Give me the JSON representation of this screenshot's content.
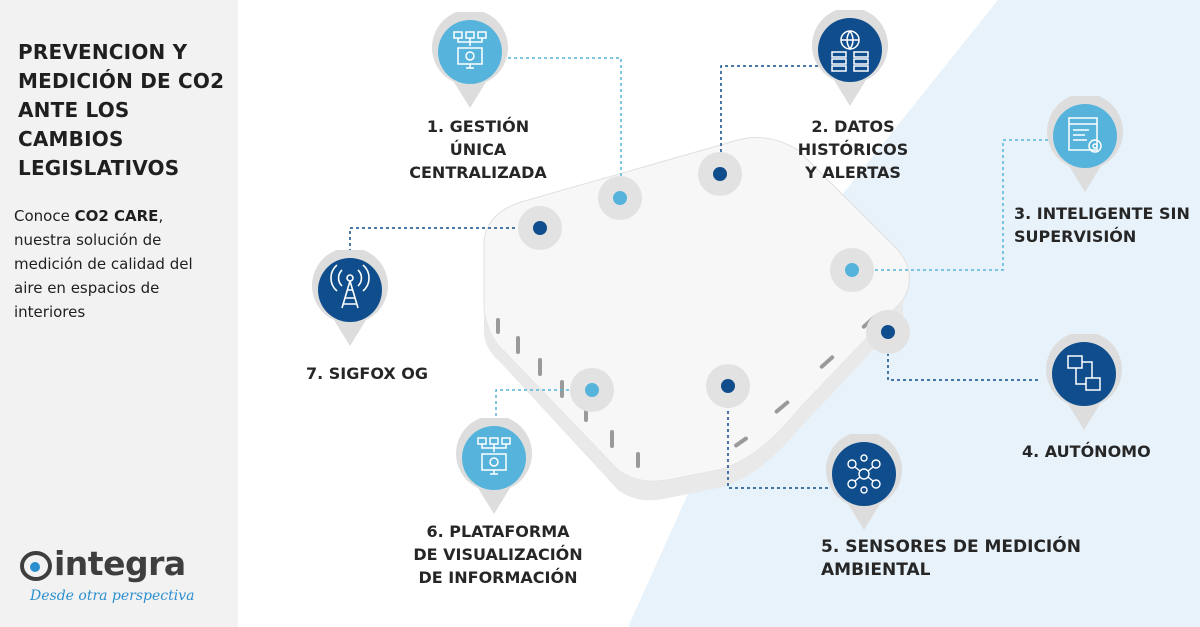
{
  "sidebar": {
    "title": "PREVENCION Y MEDICIÓN DE CO2 ANTE LOS CAMBIOS LEGISLATIVOS",
    "intro_before": "Conoce ",
    "intro_bold": "CO2 CARE",
    "intro_after": ", nuestra solución de medición de calidad del aire en espacios de interiores"
  },
  "logo": {
    "name": "integra",
    "tagline": "Desde otra perspectiva"
  },
  "features": [
    {
      "line1": "1. GESTIÓN ÚNICA",
      "line2": "CENTRALIZADA",
      "icon": "network-monitor-icon",
      "color": "#56b4dc"
    },
    {
      "line1": "2. DATOS HISTÓRICOS",
      "line2": "Y ALERTAS",
      "icon": "server-globe-icon",
      "color": "#0f4d8c"
    },
    {
      "line1": "3. INTELIGENTE SIN",
      "line2": "SUPERVISIÓN",
      "icon": "code-gear-icon",
      "color": "#56b4dc"
    },
    {
      "line1": "4. AUTÓNOMO",
      "line2": "",
      "icon": "connection-icon",
      "color": "#0f4d8c"
    },
    {
      "line1": "5. SENSORES DE MEDICIÓN",
      "line2": "AMBIENTAL",
      "icon": "sensor-network-icon",
      "color": "#0f4d8c"
    },
    {
      "line1": "6. PLATAFORMA",
      "line2": "DE VISUALIZACIÓN",
      "line3": "DE INFORMACIÓN",
      "icon": "network-monitor-icon",
      "color": "#56b4dc"
    },
    {
      "line1": "7. SIGFOX OG",
      "line2": "",
      "icon": "antenna-icon",
      "color": "#0f4d8c"
    }
  ]
}
